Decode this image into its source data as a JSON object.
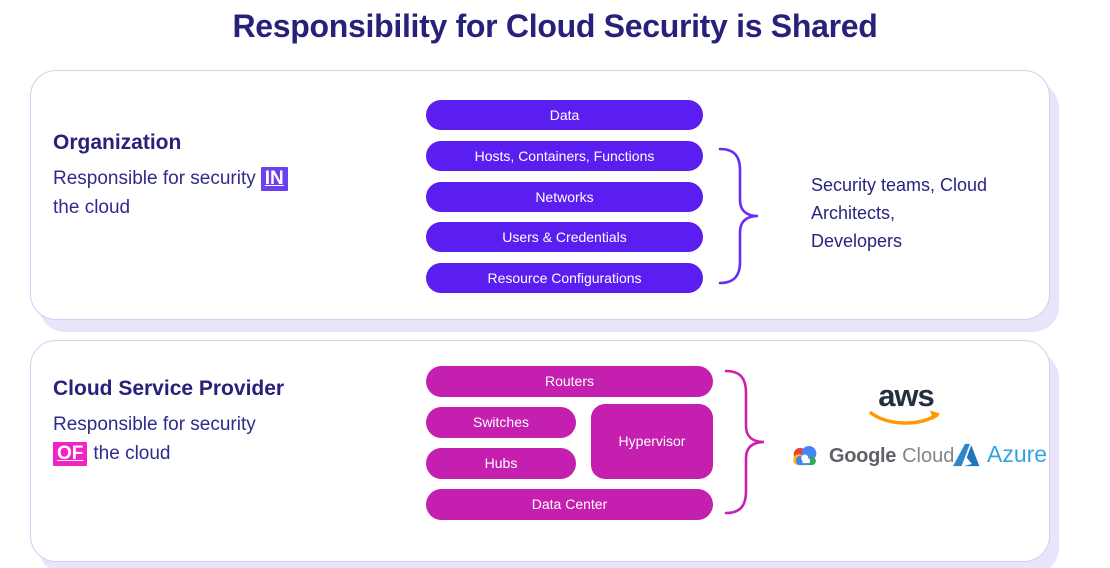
{
  "title": "Responsibility for Cloud Security is Shared",
  "colors": {
    "violet_pill": "#5a1ef0",
    "magenta_pill": "#c41fae",
    "in_highlight_bg": "#6b40f0",
    "of_highlight_bg": "#f023c4",
    "navy_text": "#28217c",
    "aws_orange": "#ff9900",
    "azure_blue": "#35a3e0"
  },
  "organization": {
    "heading": "Organization",
    "desc_prefix": "Responsible for security",
    "desc_highlight": "IN",
    "desc_suffix": "the cloud",
    "pills": [
      "Data",
      "Hosts, Containers, Functions",
      "Networks",
      "Users & Credentials",
      "Resource Configurations"
    ],
    "audience_lines": [
      "Security teams, Cloud",
      "Architects,",
      "Developers"
    ]
  },
  "provider": {
    "heading": "Cloud Service Provider",
    "desc_prefix": "Responsible for security",
    "desc_highlight": "OF",
    "desc_suffix": "the cloud",
    "pills": {
      "routers": "Routers",
      "switches": "Switches",
      "hubs": "Hubs",
      "hypervisor": "Hypervisor",
      "data_center": "Data Center"
    },
    "logos": {
      "aws": "aws",
      "google": "Google",
      "google_cloud": "Cloud",
      "azure": "Azure"
    }
  }
}
